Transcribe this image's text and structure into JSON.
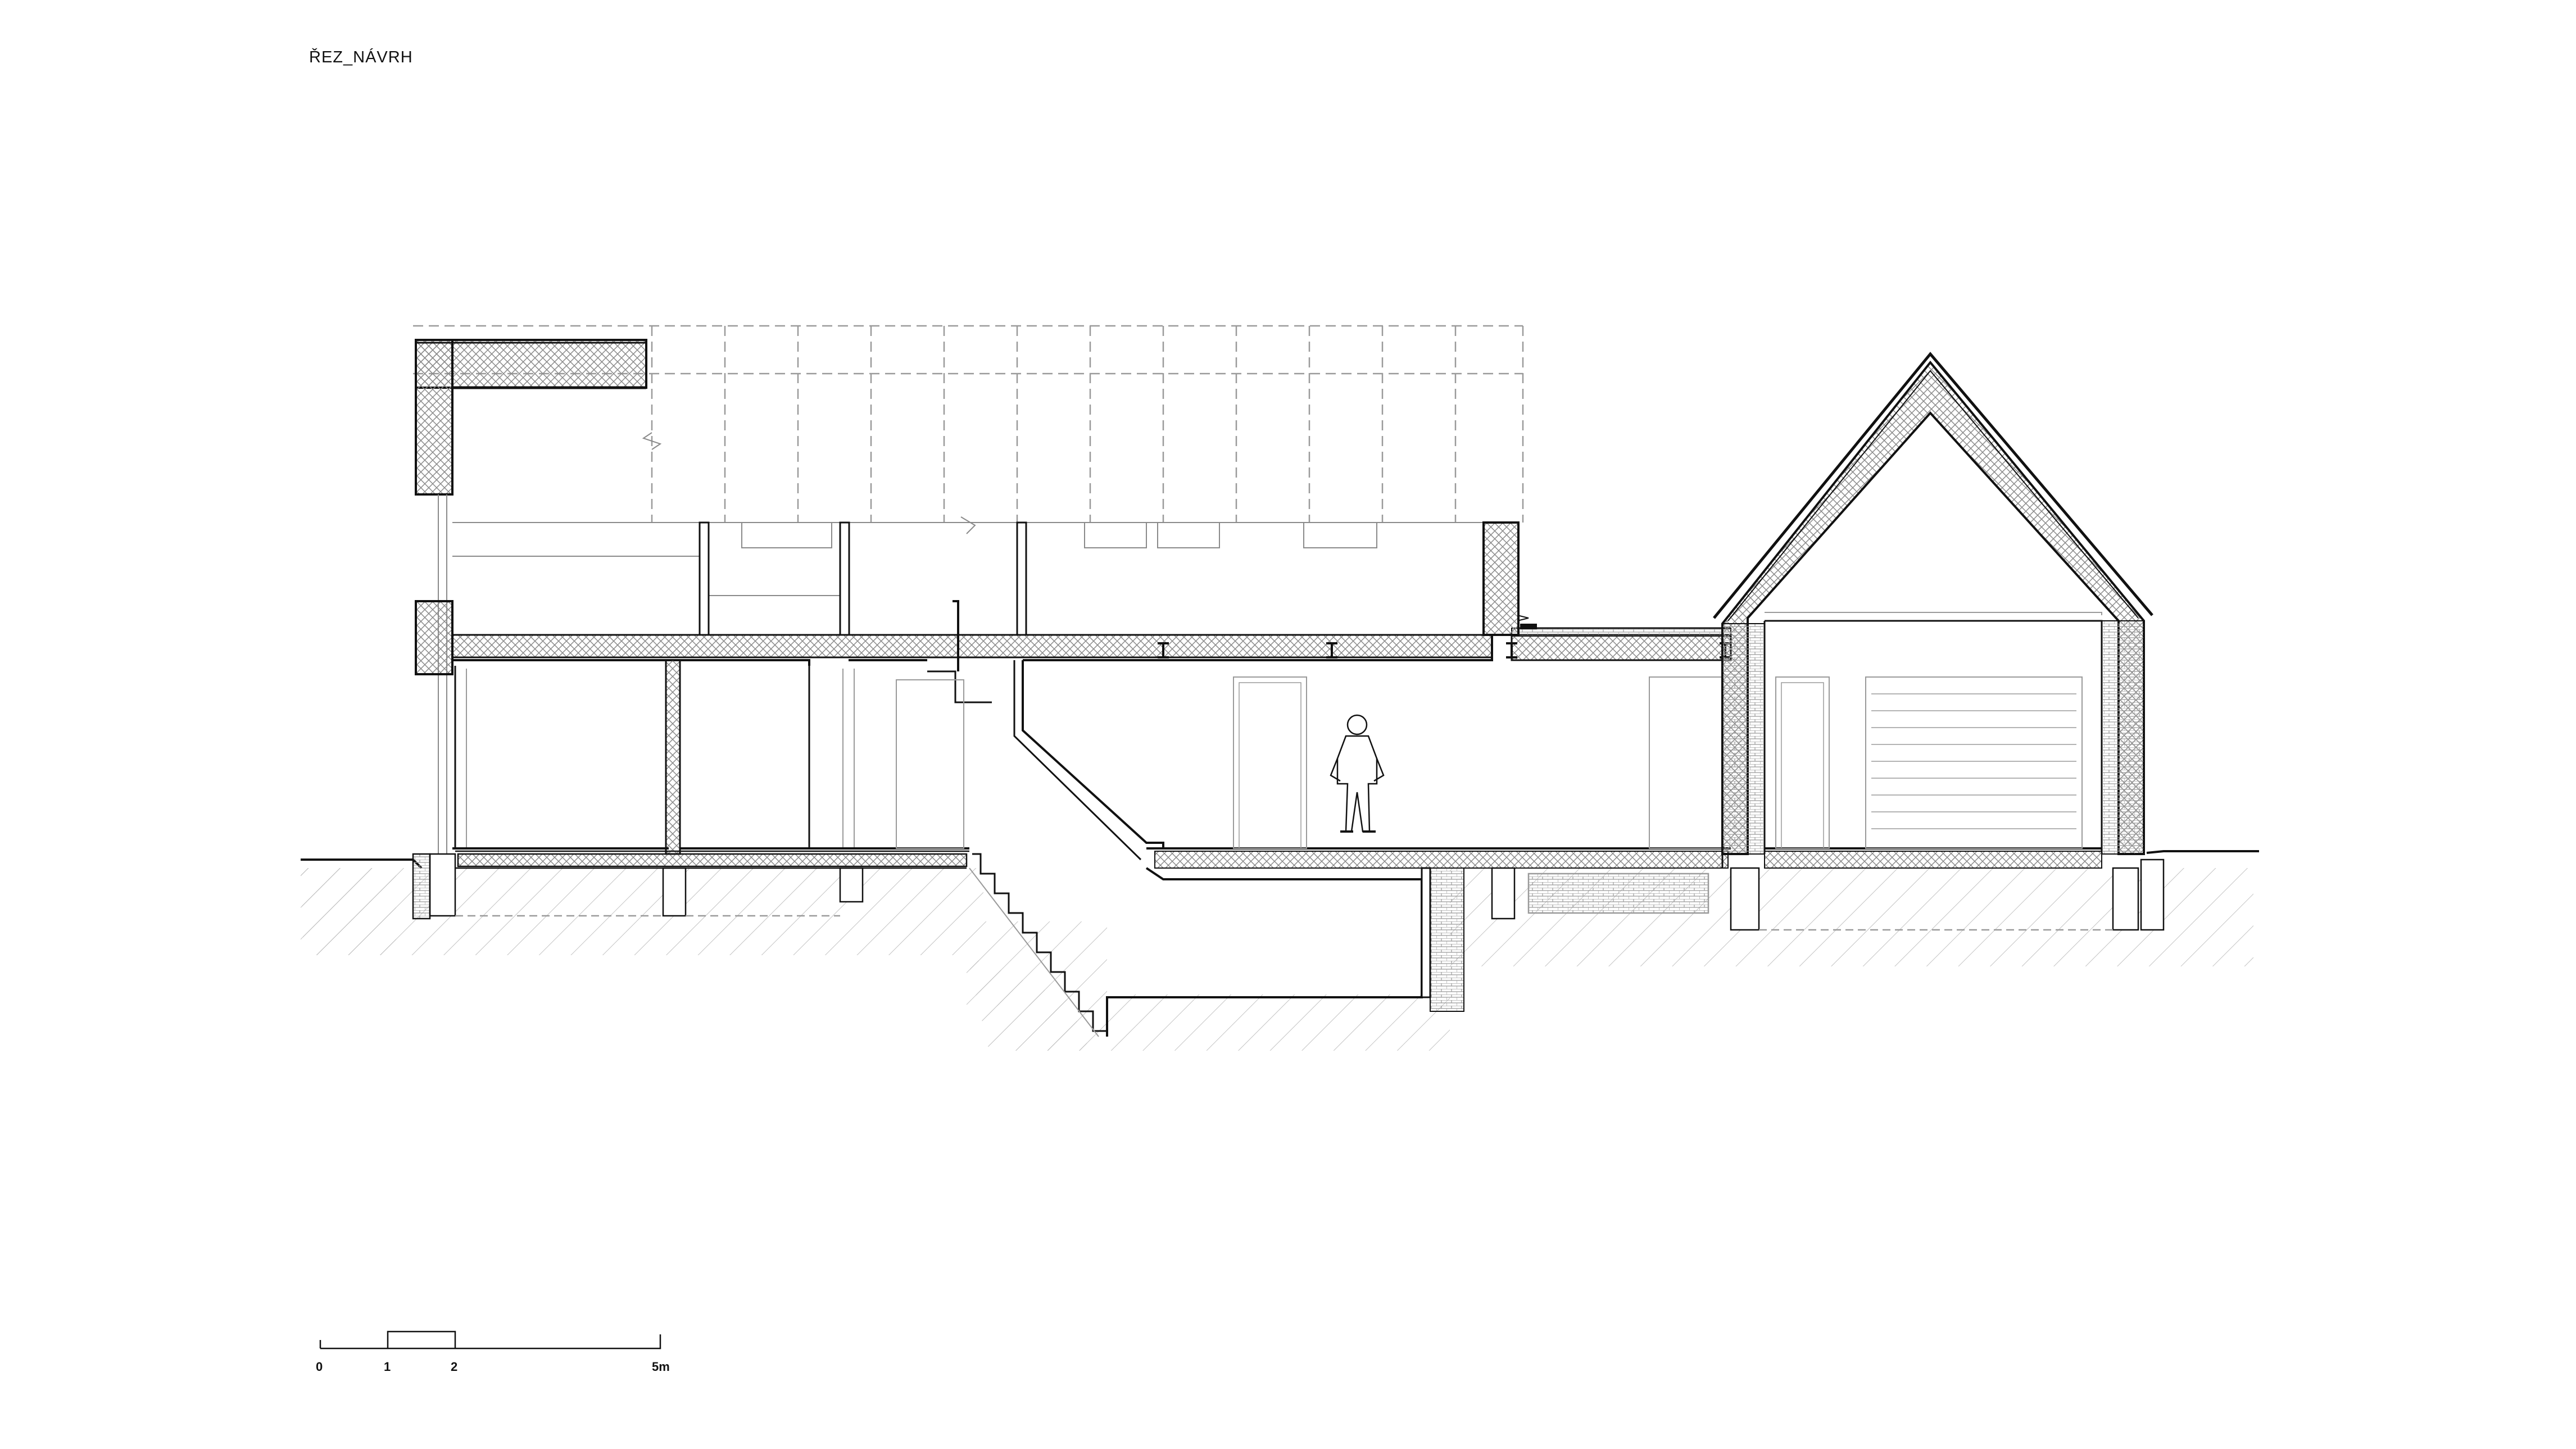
{
  "title": "ŘEZ_NÁVRH",
  "scale_bar": {
    "labels": [
      "0",
      "1",
      "2",
      "5m"
    ]
  },
  "colors": {
    "line": "#111111",
    "thin_line": "#9a9a9a",
    "hatch": "#b5b5b5"
  }
}
